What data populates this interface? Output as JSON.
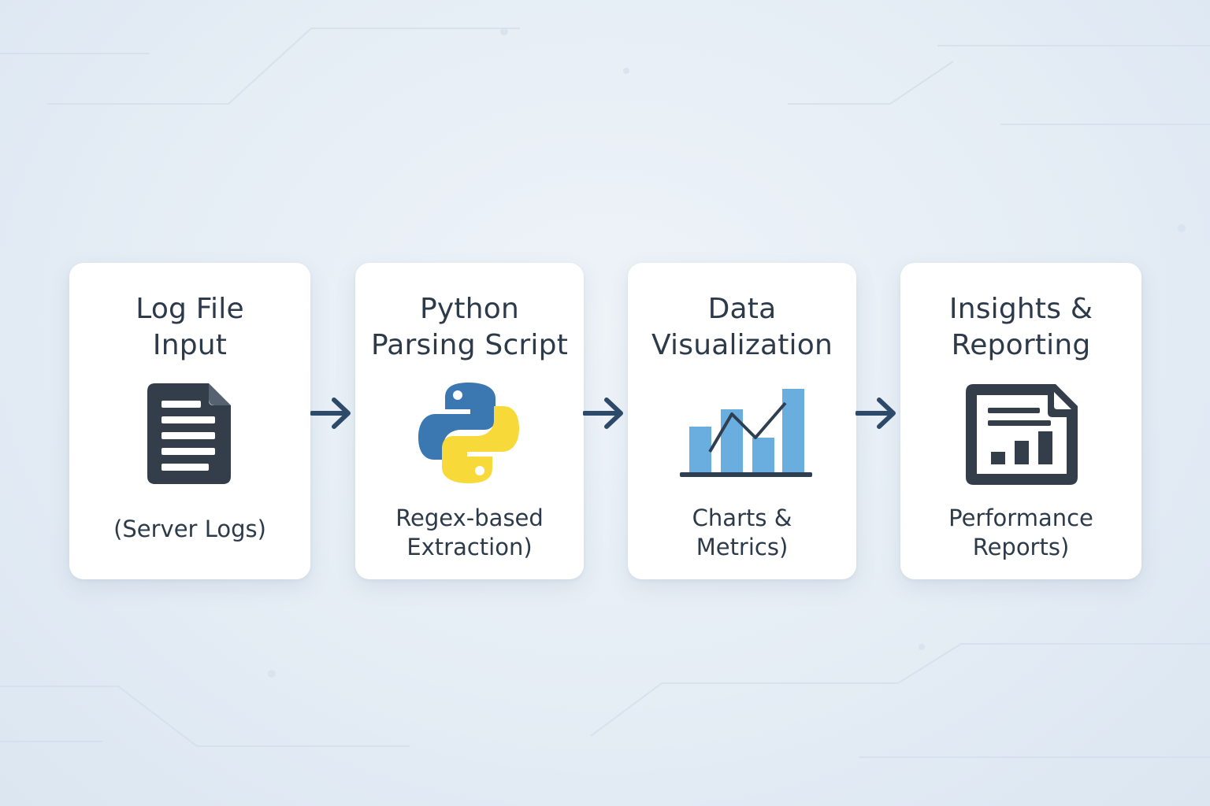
{
  "pipeline": {
    "steps": [
      {
        "title": "Log File\nInput",
        "subtitle": "(Server Logs)",
        "icon": "document-icon"
      },
      {
        "title": "Python\nParsing Script",
        "subtitle": "Regex-based\nExtraction)",
        "icon": "python-logo-icon"
      },
      {
        "title": "Data\nVisualization",
        "subtitle": "Charts &\nMetrics)",
        "icon": "bar-chart-icon"
      },
      {
        "title": "Insights &\nReporting",
        "subtitle": "Performance\nReports)",
        "icon": "report-icon"
      }
    ],
    "arrow_icon": "arrow-right-icon"
  },
  "colors": {
    "icon_dark": "#343e4a",
    "arrow": "#2e4a6b",
    "python_blue": "#3b77b0",
    "python_yellow": "#f7d93a",
    "chart_bar": "#6aaee0",
    "card_bg": "#ffffff"
  }
}
